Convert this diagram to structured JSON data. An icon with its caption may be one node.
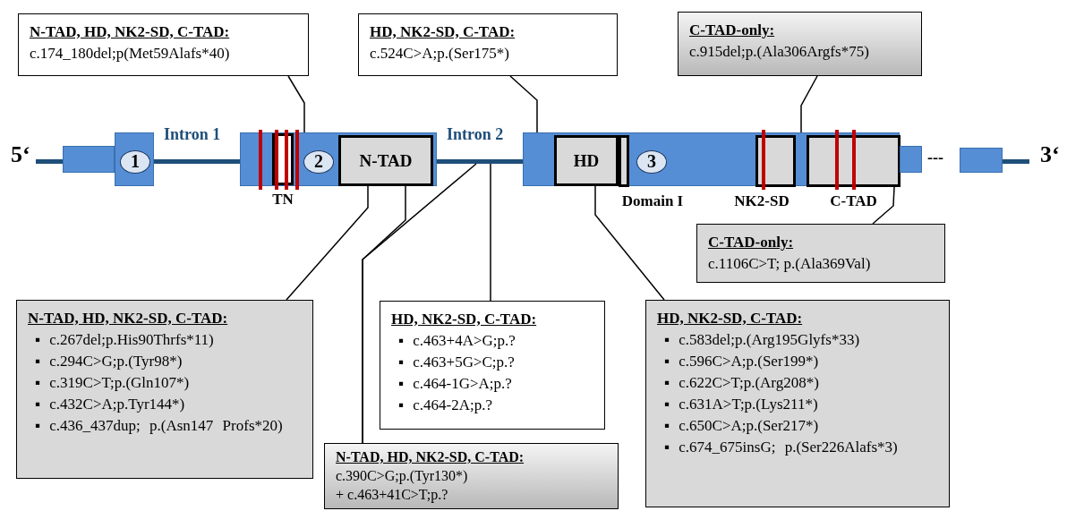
{
  "diagram": {
    "nodes": [
      {
        "text": [
          "N-TAD, HD, NK2-SD, C-TAD:",
          "c.174_180del;p(Met59Alafs*40)"
        ]
      },
      {
        "text": [
          "HD, NK2-SD, C-TAD:",
          "c.524C>A;p.(Ser175*)"
        ]
      },
      {
        "text": [
          "C-TAD-only:",
          "c.915del;p.(Ala306Argfs*75)"
        ]
      },
      {
        "text": [],
        "shape": "bar"
      },
      {
        "text": [
          "1"
        ],
        "in": 3
      },
      {
        "text": [
          "Intron 1"
        ]
      },
      {
        "text": [],
        "shape": "bar"
      },
      {
        "text": [
          "TN"
        ],
        "in": 6
      },
      {
        "text": [
          "2"
        ],
        "in": 6
      },
      {
        "text": [
          "N-TAD"
        ],
        "in": 6
      },
      {
        "text": [
          "Intron 2"
        ]
      },
      {
        "text": [],
        "shape": "bar"
      },
      {
        "text": [
          "HD"
        ],
        "in": 11
      },
      {
        "text": [
          "Domain I"
        ],
        "in": 11
      },
      {
        "text": [
          "3"
        ],
        "in": 11
      },
      {
        "text": [
          "NK2-SD"
        ],
        "in": 11
      },
      {
        "text": [
          "C-TAD"
        ],
        "in": 11
      },
      {
        "text": [],
        "shape": "bar"
      },
      {
        "text": [
          "C-TAD-only:",
          "c.1106C>T; p.(Ala369Val)"
        ]
      },
      {
        "text": [
          "N-TAD, HD, NK2-SD, C-TAD:",
          "▪ c.267del;p.His90Thrfs*11)",
          "▪ c.294C>G;p.(Tyr98*)",
          "▪ c.319C>T;p.(Gln107*)",
          "▪ c.432C>A;p.Tyr144*)",
          "▪ c.436_437dup; p.(Asn147 Profs*20)"
        ]
      },
      {
        "text": [
          "HD, NK2-SD, C-TAD:",
          "▪ c.463+4A>G;p.?",
          "▪ c.463+5G>C;p.?",
          "▪ c.464-1G>A;p.?",
          "▪ c.464-2A;p.?"
        ]
      },
      {
        "text": [
          "N-TAD, HD, NK2-SD, C-TAD:",
          "c.390C>G;p.(Tyr130*)",
          "+ c.463+41C>T;p.?"
        ]
      },
      {
        "text": [
          "HD, NK2-SD, C-TAD:",
          "▪ c.583del;p.(Arg195Glyfs*33)",
          "▪ c.596C>A;p.(Ser199*)",
          "▪ c.622C>T;p.(Arg208*)",
          "▪ c.631A>T;p.(Lys211*)",
          "▪ c.650C>A;p.(Ser217*)",
          "▪ c.674_675insG; p.(Ser226Alafs*3)"
        ]
      }
    ],
    "edges": [
      {
        "from": 0,
        "to": 6,
        "arrow": "none"
      },
      {
        "from": 1,
        "to": 11,
        "arrow": "none"
      },
      {
        "from": 2,
        "to": 11,
        "arrow": "none"
      },
      {
        "from": 18,
        "to": 16,
        "arrow": "none"
      },
      {
        "from": 19,
        "to": 9,
        "arrow": "none"
      },
      {
        "from": 21,
        "to": 9,
        "arrow": "none"
      },
      {
        "from": 21,
        "to": 10,
        "arrow": "none"
      },
      {
        "from": 20,
        "to": 10,
        "arrow": "none"
      },
      {
        "from": 22,
        "to": 12,
        "arrow": "none"
      }
    ],
    "labels": [
      "5‘",
      "---",
      "3‘"
    ]
  }
}
